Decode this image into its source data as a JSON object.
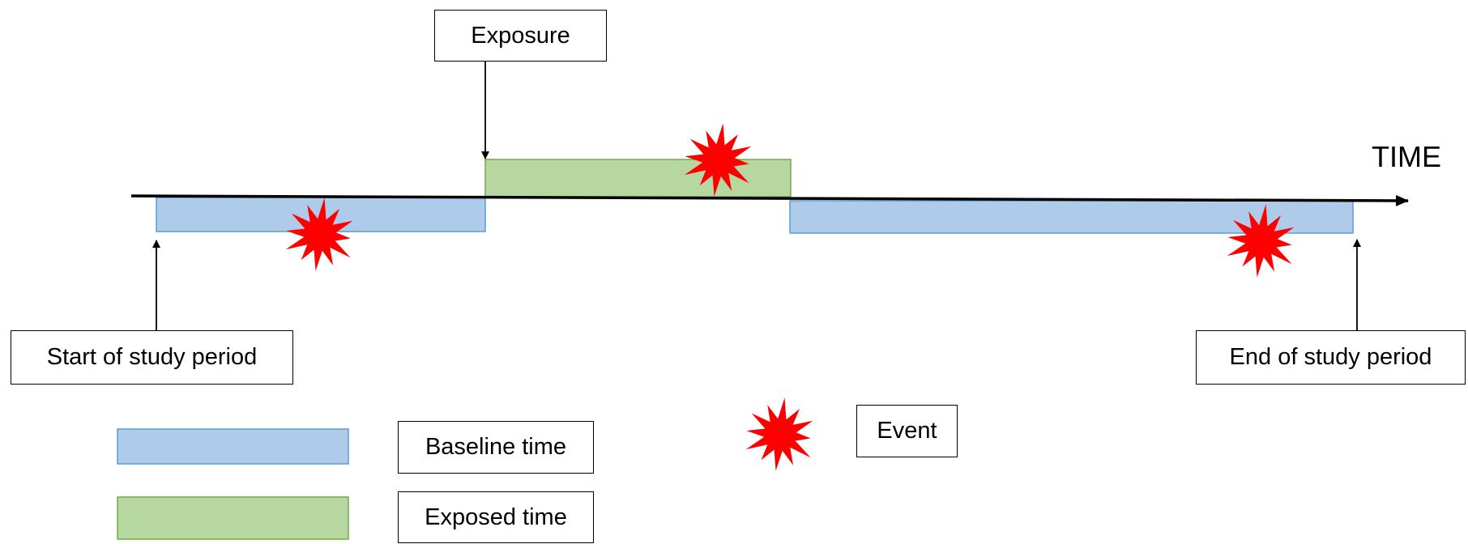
{
  "labels": {
    "exposure": "Exposure",
    "start": "Start of study period",
    "end": "End of study period",
    "time_axis": "TIME"
  },
  "legend": {
    "baseline": "Baseline time",
    "exposed": "Exposed time",
    "event": "Event"
  },
  "colors": {
    "baseline_fill": "#aecbea",
    "baseline_stroke": "#5b9bd5",
    "exposed_fill": "#b6d7a0",
    "exposed_stroke": "#70ad47",
    "event": "#ff0000",
    "line": "#000000"
  },
  "icons": {
    "event": "starburst-icon",
    "arrow": "arrow-icon"
  }
}
